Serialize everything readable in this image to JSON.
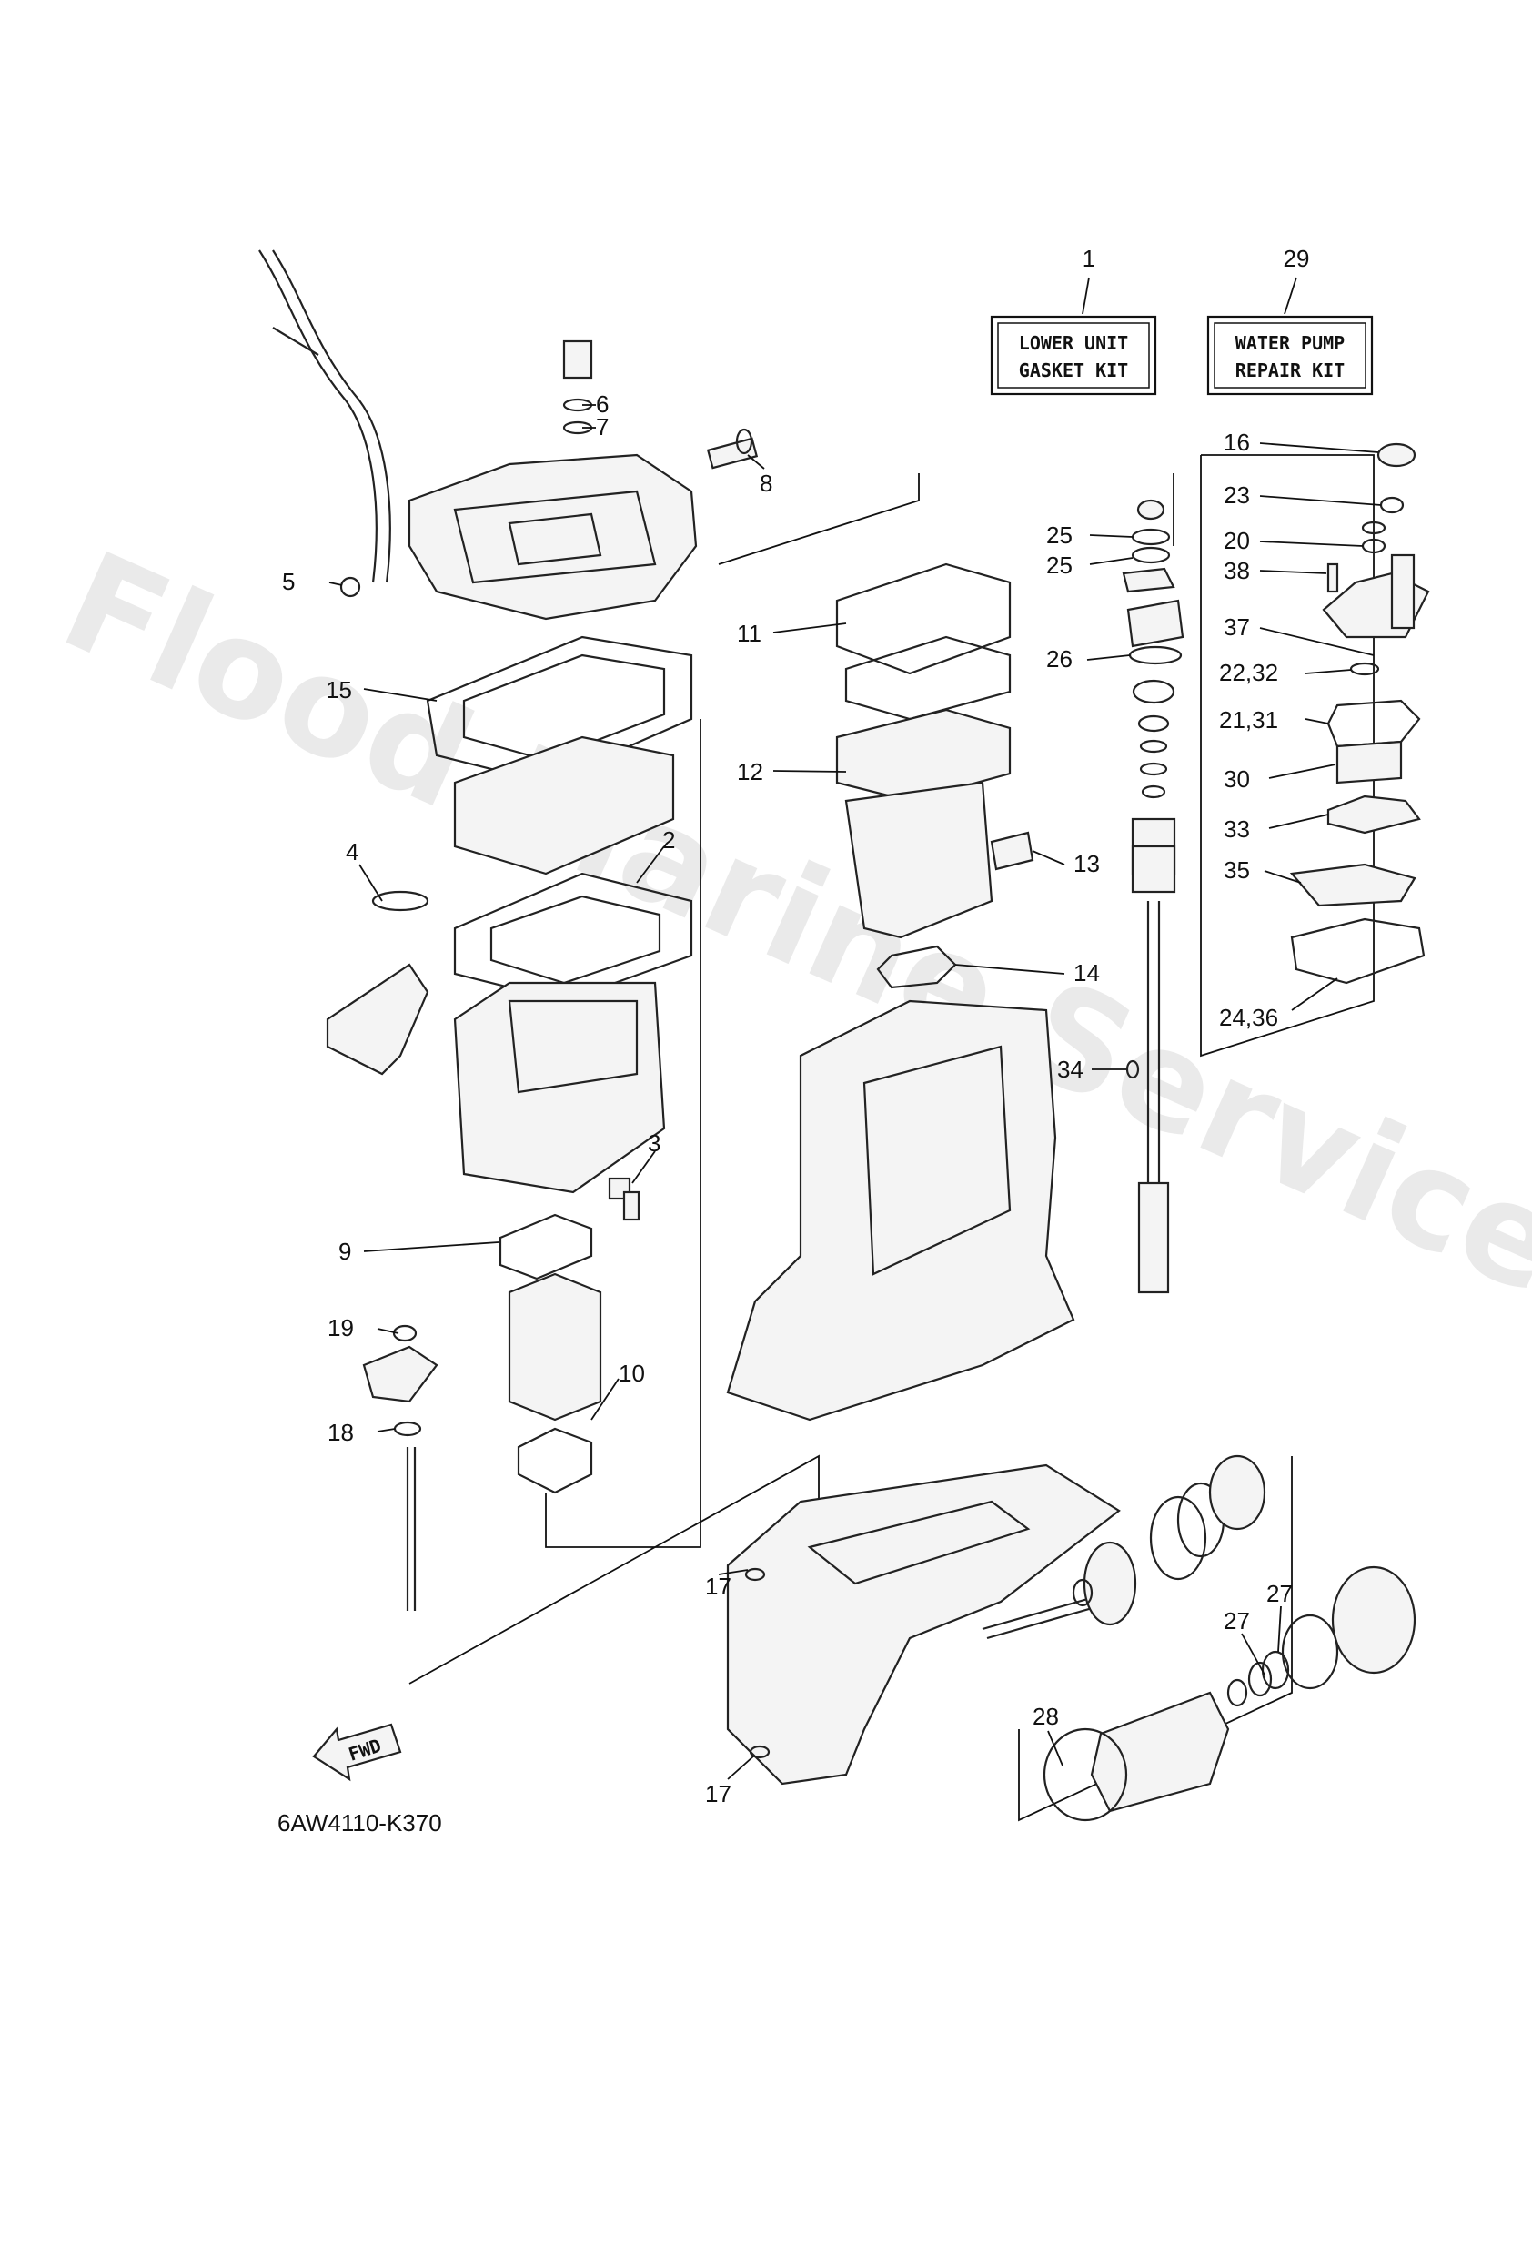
{
  "diagram_code": "6AW4110-K370",
  "watermark": "Flood Marine Services",
  "fwd_arrow": "FWD",
  "kits": [
    {
      "callout": "1",
      "line1": "LOWER UNIT",
      "line2": "GASKET KIT"
    },
    {
      "callout": "29",
      "line1": "WATER PUMP",
      "line2": "REPAIR KIT"
    }
  ],
  "callouts": {
    "c2": "2",
    "c3": "3",
    "c4": "4",
    "c5": "5",
    "c6": "6",
    "c7": "7",
    "c8": "8",
    "c9": "9",
    "c10": "10",
    "c11": "11",
    "c12": "12",
    "c13": "13",
    "c14": "14",
    "c15": "15",
    "c16": "16",
    "c17a": "17",
    "c17b": "17",
    "c18": "18",
    "c19": "19",
    "c20": "20",
    "c21": "21,31",
    "c22": "22,32",
    "c23": "23",
    "c24": "24,36",
    "c25a": "25",
    "c25b": "25",
    "c26": "26",
    "c27a": "27",
    "c27b": "27",
    "c28": "28",
    "c30": "30",
    "c33": "33",
    "c34": "34",
    "c35": "35",
    "c37": "37",
    "c38": "38"
  }
}
